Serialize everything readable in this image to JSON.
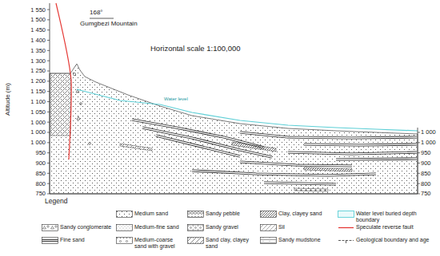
{
  "diagram": {
    "labels": [
      "168°",
      "Gumgbezi Mountain",
      "Horizontal scale 1:100,000",
      "Altitude (m)",
      "Water level",
      "Legend",
      "1 550",
      "1 500",
      "1 450",
      "1 400",
      "1 350",
      "1 300",
      "1 250",
      "1 200",
      "1 150",
      "1 100",
      "1 050",
      "1 000",
      "1 000",
      "1 000",
      "950",
      "900",
      "850",
      "800",
      "750",
      "1 000",
      "1 000",
      "950",
      "900",
      "850",
      "800",
      "750"
    ],
    "legend": [
      {
        "text": "Sandy conglomerate"
      },
      {
        "text": "Fine sand"
      },
      {
        "text": "Medium sand"
      },
      {
        "text": "Medium-fine sand"
      },
      {
        "text": "Medium-coarse sand with gravel"
      },
      {
        "text": "Sandy pebble"
      },
      {
        "text": "Sandy gravel"
      },
      {
        "text": "Sand clay, clayey sand"
      },
      {
        "text": "Clay, clayey sand"
      },
      {
        "text": "Sil"
      },
      {
        "text": "Sandy mudstone"
      },
      {
        "text": "Water level buried depth boundary"
      },
      {
        "text": "Speculate reverse fault"
      },
      {
        "text": "Geological boundary and age"
      }
    ]
  }
}
